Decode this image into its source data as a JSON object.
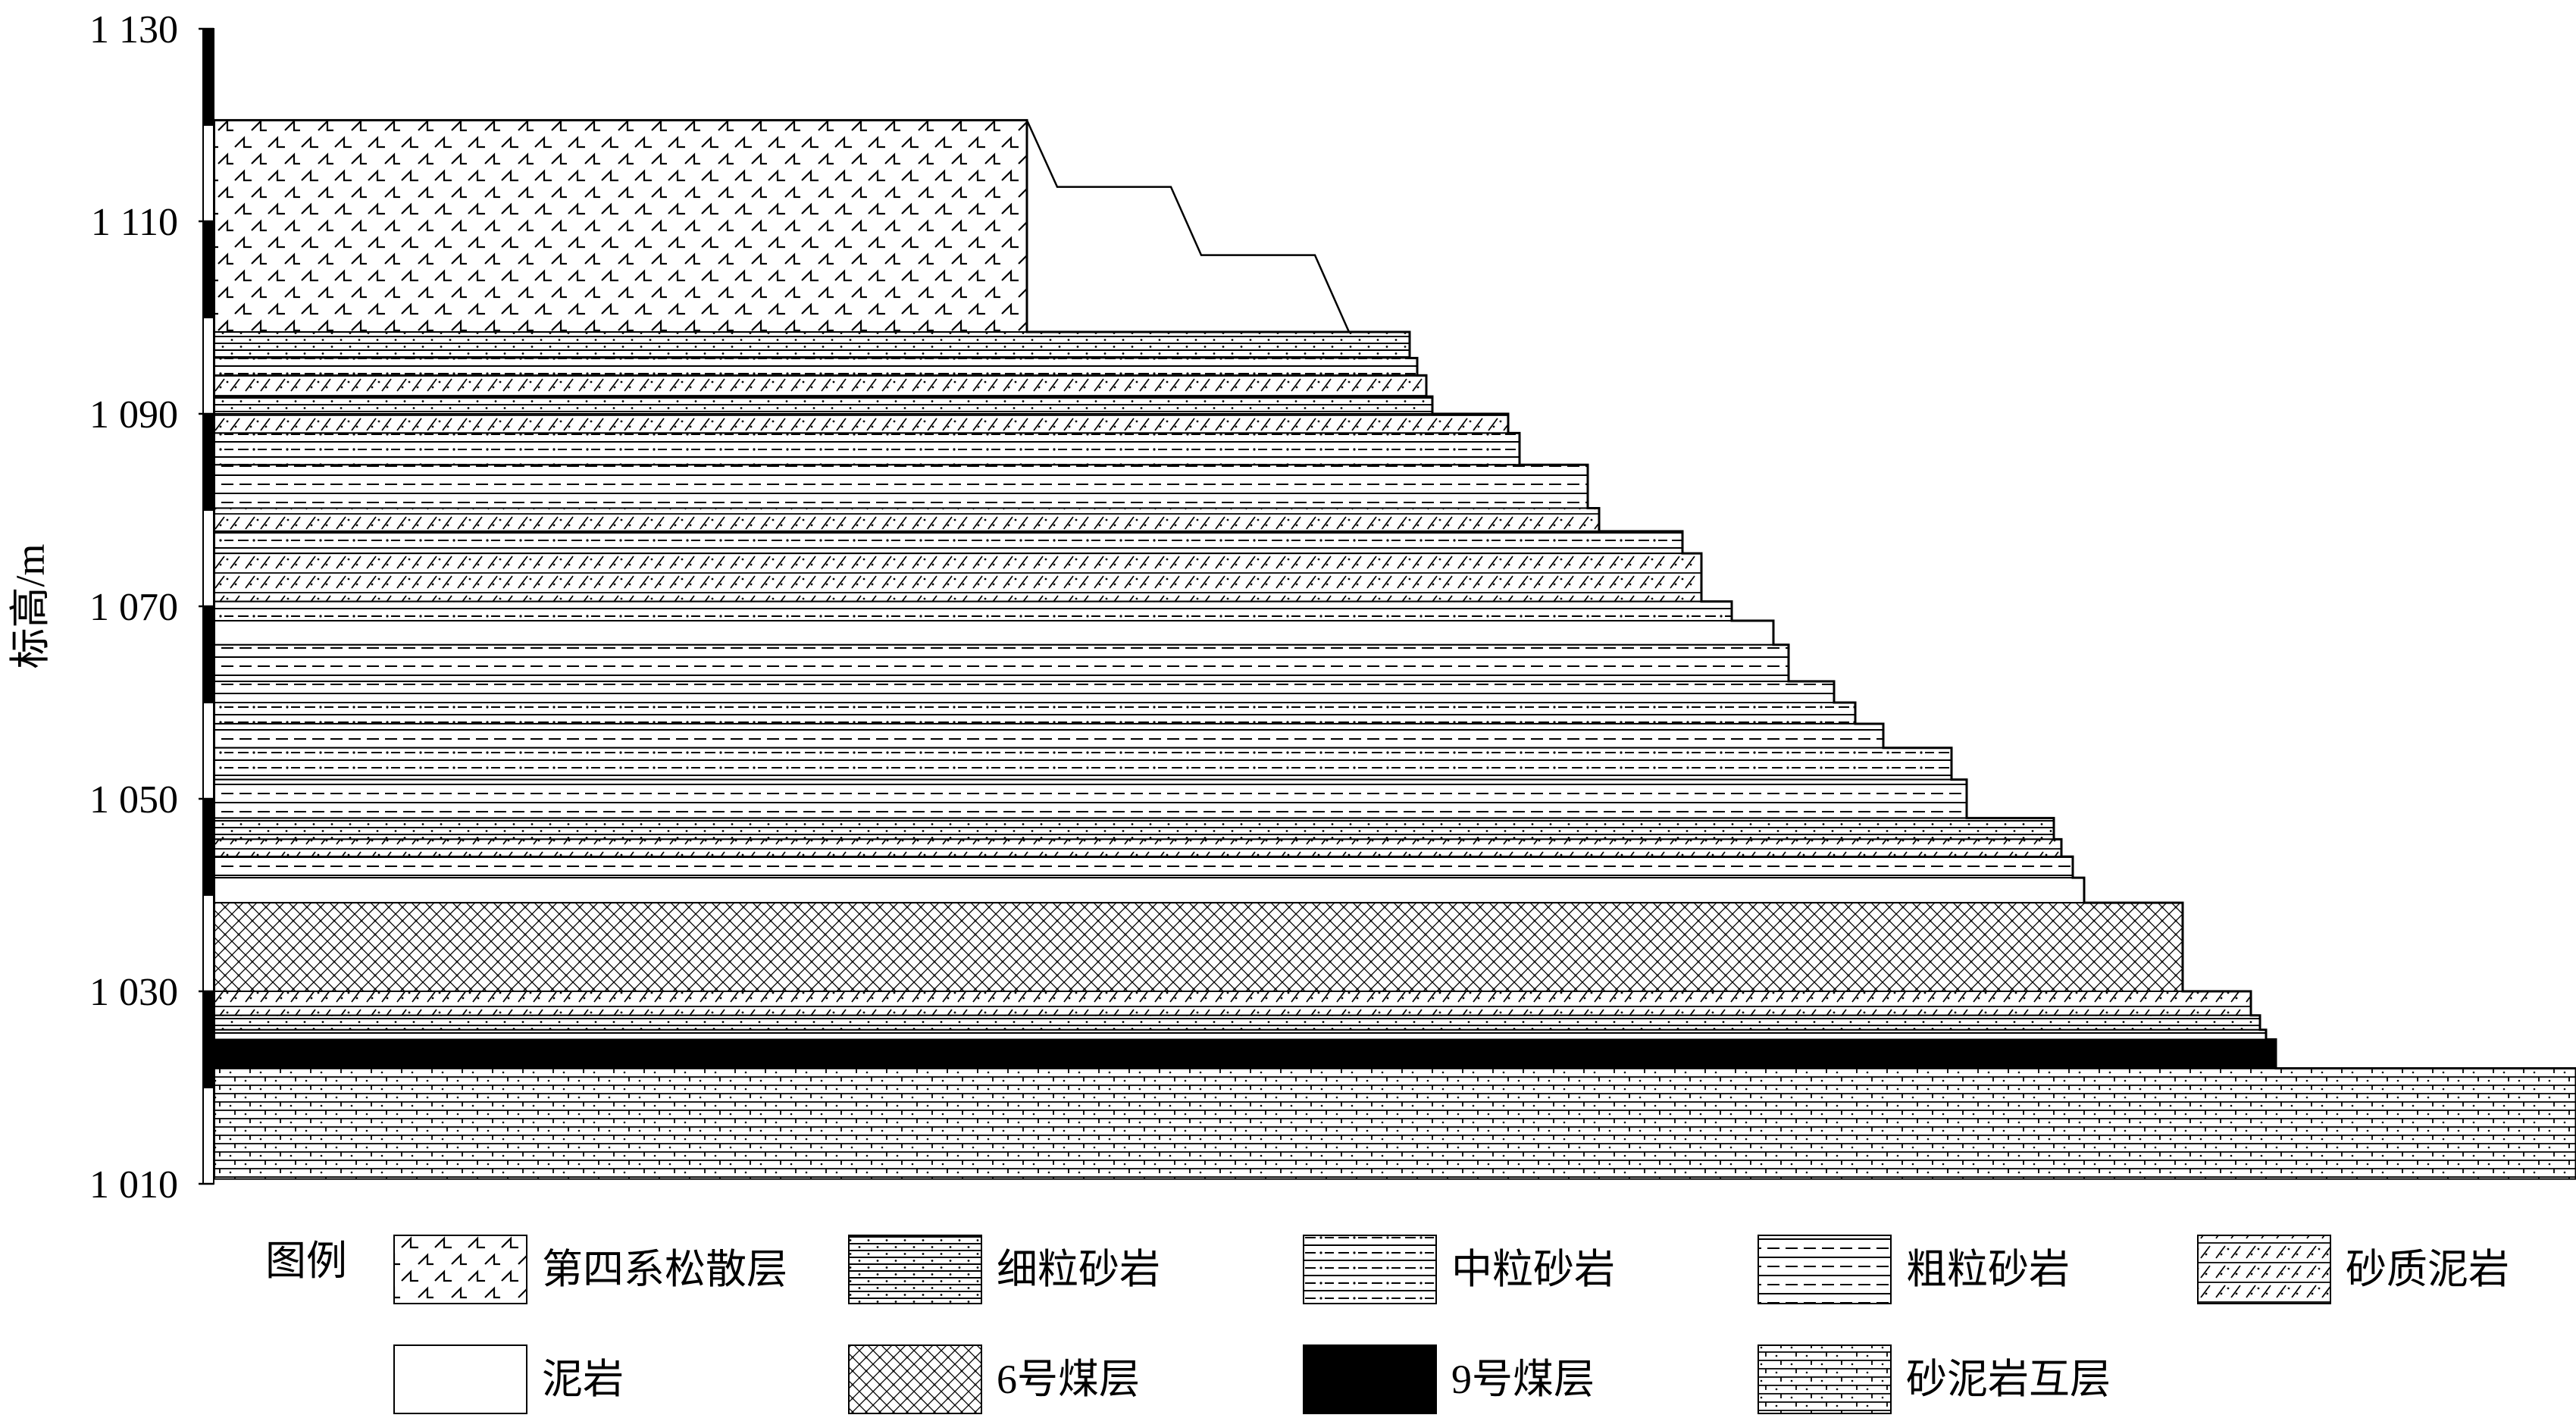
{
  "axis": {
    "label": "标高/m",
    "ticks": [
      {
        "value": 1130,
        "text": "1 130"
      },
      {
        "value": 1110,
        "text": "1 110"
      },
      {
        "value": 1090,
        "text": "1 090"
      },
      {
        "value": 1070,
        "text": "1 070"
      },
      {
        "value": 1050,
        "text": "1 050"
      },
      {
        "value": 1030,
        "text": "1 030"
      },
      {
        "value": 1010,
        "text": "1 010"
      }
    ],
    "range": [
      1010,
      1130
    ]
  },
  "legend": {
    "title": "图例",
    "items": [
      {
        "key": "quaternary",
        "label": "第四系松散层"
      },
      {
        "key": "fine_sandstone",
        "label": "细粒砂岩"
      },
      {
        "key": "medium_sandstone",
        "label": "中粒砂岩"
      },
      {
        "key": "coarse_sandstone",
        "label": "粗粒砂岩"
      },
      {
        "key": "sandy_mudstone",
        "label": "砂质泥岩"
      },
      {
        "key": "mudstone",
        "label": "泥岩"
      },
      {
        "key": "coal6",
        "label": "6号煤层"
      },
      {
        "key": "coal9",
        "label": "9号煤层"
      },
      {
        "key": "interbed",
        "label": "砂泥岩互层"
      }
    ]
  },
  "strata": [
    {
      "top": 1120.5,
      "bottom": 1098.5,
      "rock": "quaternary"
    },
    {
      "top": 1098.5,
      "bottom": 1095.8,
      "rock": "fine_sandstone"
    },
    {
      "top": 1095.8,
      "bottom": 1094.0,
      "rock": "medium_sandstone"
    },
    {
      "top": 1094.0,
      "bottom": 1091.8,
      "rock": "sandy_mudstone"
    },
    {
      "top": 1091.8,
      "bottom": 1090.0,
      "rock": "fine_sandstone"
    },
    {
      "top": 1090.0,
      "bottom": 1088.0,
      "rock": "sandy_mudstone"
    },
    {
      "top": 1088.0,
      "bottom": 1084.7,
      "rock": "medium_sandstone"
    },
    {
      "top": 1084.7,
      "bottom": 1080.2,
      "rock": "coarse_sandstone"
    },
    {
      "top": 1080.2,
      "bottom": 1077.8,
      "rock": "sandy_mudstone"
    },
    {
      "top": 1077.8,
      "bottom": 1075.5,
      "rock": "medium_sandstone"
    },
    {
      "top": 1075.5,
      "bottom": 1070.5,
      "rock": "sandy_mudstone"
    },
    {
      "top": 1070.5,
      "bottom": 1068.5,
      "rock": "medium_sandstone"
    },
    {
      "top": 1068.5,
      "bottom": 1066.0,
      "rock": "mudstone"
    },
    {
      "top": 1066.0,
      "bottom": 1062.2,
      "rock": "coarse_sandstone"
    },
    {
      "top": 1062.2,
      "bottom": 1060.0,
      "rock": "coarse_sandstone"
    },
    {
      "top": 1060.0,
      "bottom": 1057.8,
      "rock": "medium_sandstone"
    },
    {
      "top": 1057.8,
      "bottom": 1055.3,
      "rock": "coarse_sandstone"
    },
    {
      "top": 1055.3,
      "bottom": 1052.0,
      "rock": "medium_sandstone"
    },
    {
      "top": 1052.0,
      "bottom": 1048.0,
      "rock": "coarse_sandstone"
    },
    {
      "top": 1048.0,
      "bottom": 1045.8,
      "rock": "fine_sandstone"
    },
    {
      "top": 1045.8,
      "bottom": 1044.0,
      "rock": "sandy_mudstone"
    },
    {
      "top": 1044.0,
      "bottom": 1041.8,
      "rock": "coarse_sandstone"
    },
    {
      "top": 1041.8,
      "bottom": 1039.2,
      "rock": "mudstone"
    },
    {
      "top": 1039.2,
      "bottom": 1030.0,
      "rock": "coal6"
    },
    {
      "top": 1030.0,
      "bottom": 1027.5,
      "rock": "sandy_mudstone"
    },
    {
      "top": 1027.5,
      "bottom": 1026.0,
      "rock": "fine_sandstone"
    },
    {
      "top": 1026.0,
      "bottom": 1025.0,
      "rock": "medium_sandstone"
    },
    {
      "top": 1025.0,
      "bottom": 1022.0,
      "rock": "coal9"
    },
    {
      "top": 1022.0,
      "bottom": 1010.5,
      "rock": "interbed"
    }
  ]
}
